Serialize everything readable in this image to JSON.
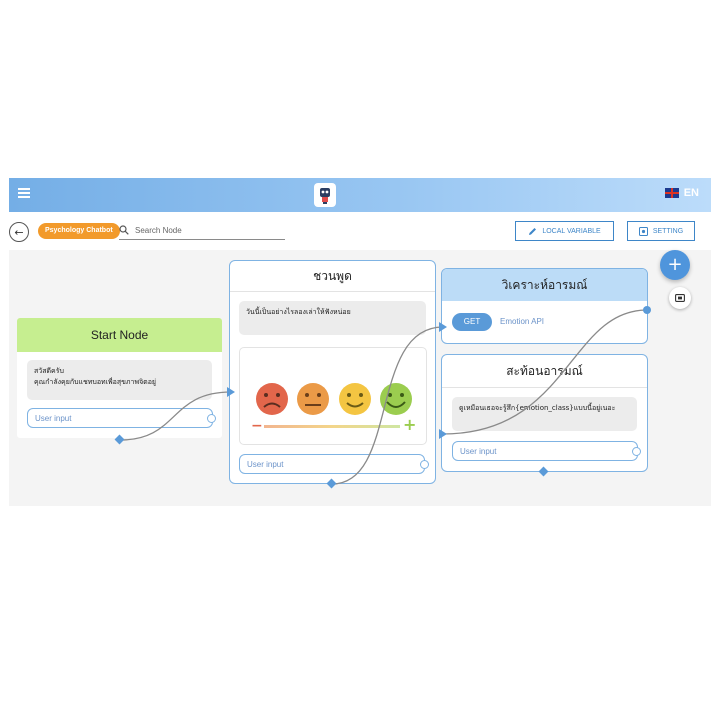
{
  "header": {
    "language": "EN",
    "menu_icon": "hamburger-icon",
    "logo_icon": "robot-logo-icon"
  },
  "toolbar": {
    "bot_name": "Psychology Chatbot",
    "search_placeholder": "Search Node",
    "local_variable_label": "LOCAL VARIABLE",
    "setting_label": "SETTING"
  },
  "nodes": {
    "start": {
      "title": "Start Node",
      "message_line1": "สวัสดีครับ",
      "message_line2": "คุณกำลังคุยกับแชทบอทเพื่อสุขภาพจิตอยู่",
      "input_placeholder": "User input"
    },
    "chat": {
      "title": "ชวนพูด",
      "message": "วันนี้เป็นอย่างไรลองเล่าให้ฟังหน่อย",
      "input_placeholder": "User input",
      "scale_minus": "−",
      "scale_plus": "+"
    },
    "analyze": {
      "title": "วิเคราะห์อารมณ์",
      "method": "GET",
      "api_name": "Emotion API"
    },
    "reflect": {
      "title": "สะท้อนอารมณ์",
      "message": "ดูเหมือนเธอจะรู้สึก{emotion_class}แบบนี้อยู่เนอะ",
      "input_placeholder": "User input"
    }
  },
  "colors": {
    "header_gradient_start": "#74aee6",
    "accent_blue": "#4f95dc",
    "chip_orange": "#f29a2b",
    "start_header_green": "#c6ee90",
    "analyze_header_blue": "#bcdcf7"
  }
}
